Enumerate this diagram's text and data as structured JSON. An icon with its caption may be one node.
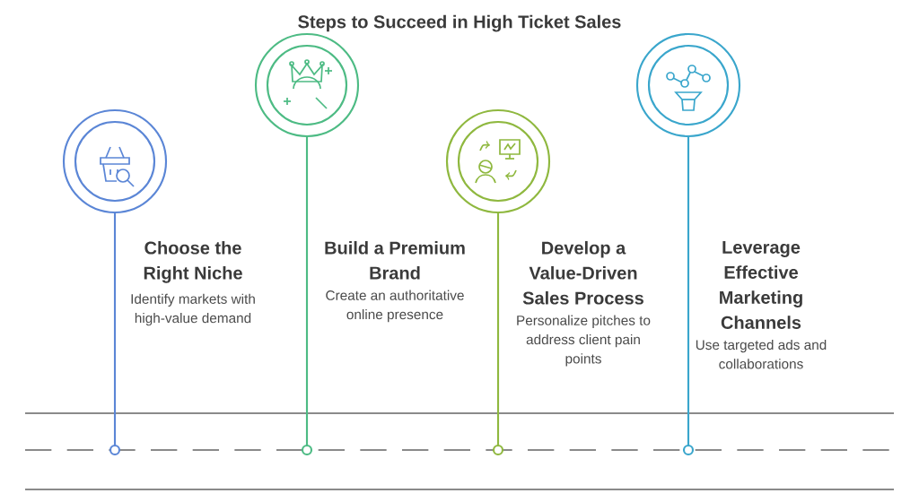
{
  "diagram": {
    "title": "Steps to Succeed in High Ticket Sales",
    "nodes": [
      {
        "text": [
          "Choose the Right Niche",
          "Identify markets with high-value demand"
        ]
      },
      {
        "text": [
          "Build a Premium Brand",
          "Create an authoritative online presence"
        ]
      },
      {
        "text": [
          "Develop a Value-Driven Sales Process",
          "Personalize pitches to address client pain points"
        ]
      },
      {
        "text": [
          "Leverage Effective Marketing Channels",
          "Use targeted ads and collaborations"
        ]
      }
    ]
  }
}
